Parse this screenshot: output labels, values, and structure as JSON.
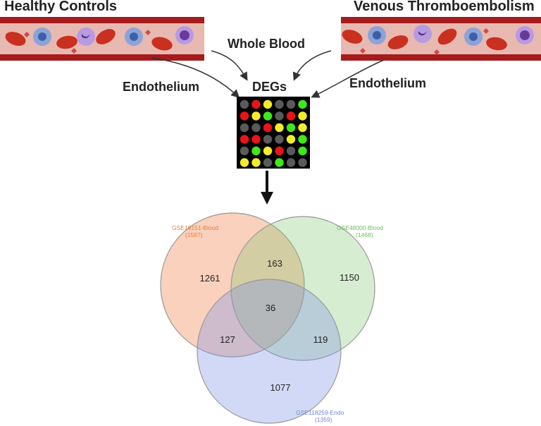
{
  "top_left_title": "Healthy Controls",
  "top_right_title": "Venous Thromboembolism",
  "label_whole_blood": "Whole Blood",
  "label_endothelium_left": "Endothelium",
  "label_endothelium_right": "Endothelium",
  "label_degs": "DEGs",
  "microarray_grid": [
    [
      "gray",
      "red",
      "yellow",
      "gray",
      "gray",
      "green"
    ],
    [
      "red",
      "yellow",
      "green",
      "gray",
      "red",
      "yellow"
    ],
    [
      "gray",
      "gray",
      "red",
      "yellow",
      "green",
      "yellow"
    ],
    [
      "red",
      "red",
      "gray",
      "gray",
      "yellow",
      "green"
    ],
    [
      "gray",
      "green",
      "yellow",
      "red",
      "gray",
      "green"
    ],
    [
      "yellow",
      "yellow",
      "gray",
      "green",
      "gray",
      "gray"
    ]
  ],
  "colors": {
    "red": "#e8141a",
    "yellow": "#f4ec2a",
    "green": "#3fe81a",
    "gray": "#5a5a5a",
    "vessel_wall": "#a61b1b",
    "vessel_lumen": "#e7b9b1",
    "rbc": "#c9301f",
    "set_a": "#f08c5a",
    "set_b": "#7cc46a",
    "set_c": "#7f93e6"
  },
  "venn": {
    "set_a_name": "GSE19151-Blood",
    "set_a_total": "(1587)",
    "set_b_name": "GSE48000-Blood",
    "set_b_total": "(1468)",
    "set_c_name": "GSE118259-Endo",
    "set_c_total": "(1359)",
    "only_a": "1261",
    "only_b": "1150",
    "only_c": "1077",
    "a_b": "163",
    "a_c": "127",
    "b_c": "119",
    "a_b_c": "36"
  }
}
